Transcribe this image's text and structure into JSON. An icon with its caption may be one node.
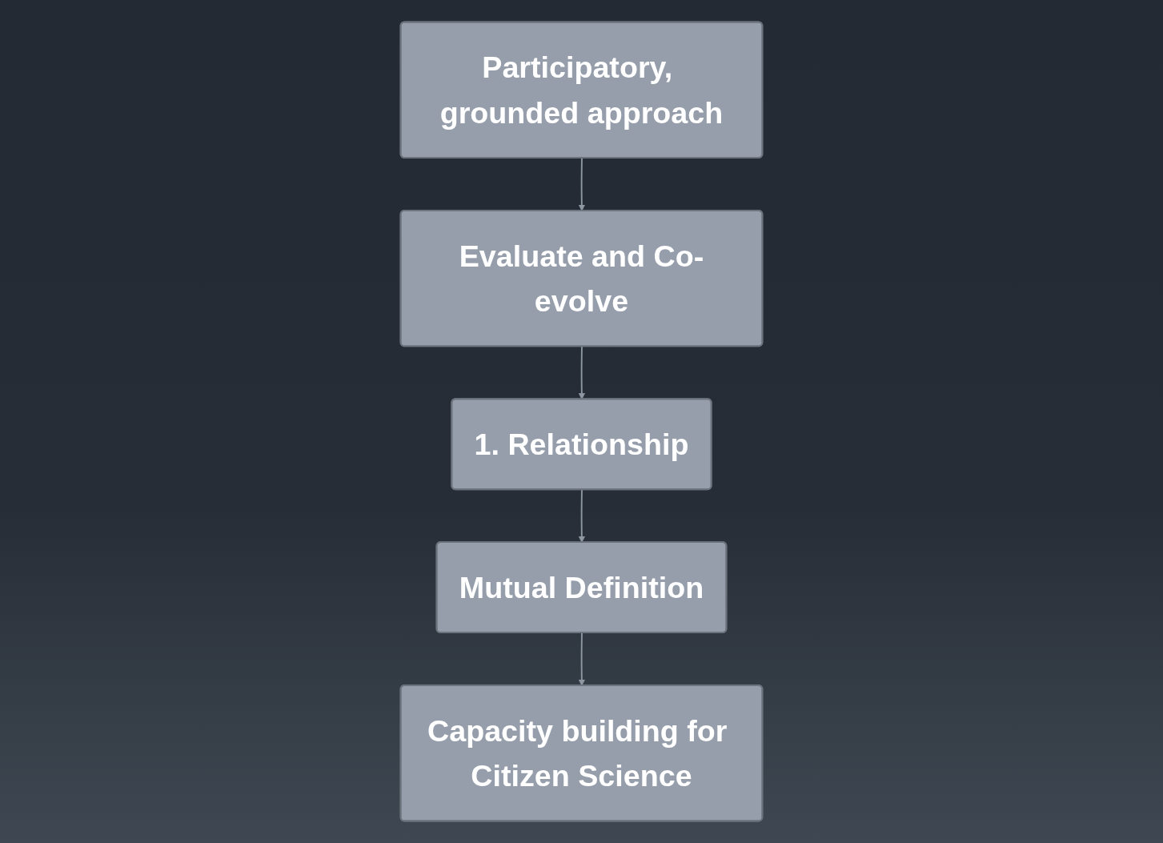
{
  "diagram": {
    "nodes": [
      {
        "text": [
          "1. Relationship"
        ]
      },
      {
        "text": [
          "Evaluate and Co-evolve"
        ]
      },
      {
        "text": [
          "Mutual Definition"
        ]
      },
      {
        "text": [
          "Participatory, grounded approach"
        ]
      },
      {
        "text": [
          "Capacity building for Citizen Science"
        ]
      }
    ],
    "edges": [
      {
        "from": 0,
        "to": 2,
        "arrow": "to"
      },
      {
        "from": 2,
        "to": 4,
        "arrow": "to"
      },
      {
        "from": 3,
        "to": 1,
        "arrow": "to"
      },
      {
        "from": 1,
        "to": 0,
        "arrow": "to"
      }
    ]
  }
}
